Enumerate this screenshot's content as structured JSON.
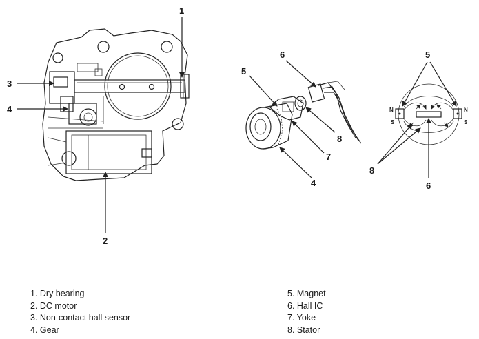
{
  "callouts": {
    "throttle_view": [
      "1",
      "2",
      "3",
      "4"
    ],
    "sensor_view": [
      "5",
      "6",
      "7",
      "8",
      "4"
    ],
    "field_view": [
      "5",
      "8",
      "6"
    ]
  },
  "poles": {
    "left_top": "N",
    "left_bottom": "S",
    "right_top": "N",
    "right_bottom": "S"
  },
  "legend_left": [
    "1. Dry bearing",
    "2. DC motor",
    "3. Non-contact hall sensor",
    "4. Gear"
  ],
  "legend_right": [
    "5. Magnet",
    "6. Hall IC",
    "7. Yoke",
    "8. Stator"
  ]
}
